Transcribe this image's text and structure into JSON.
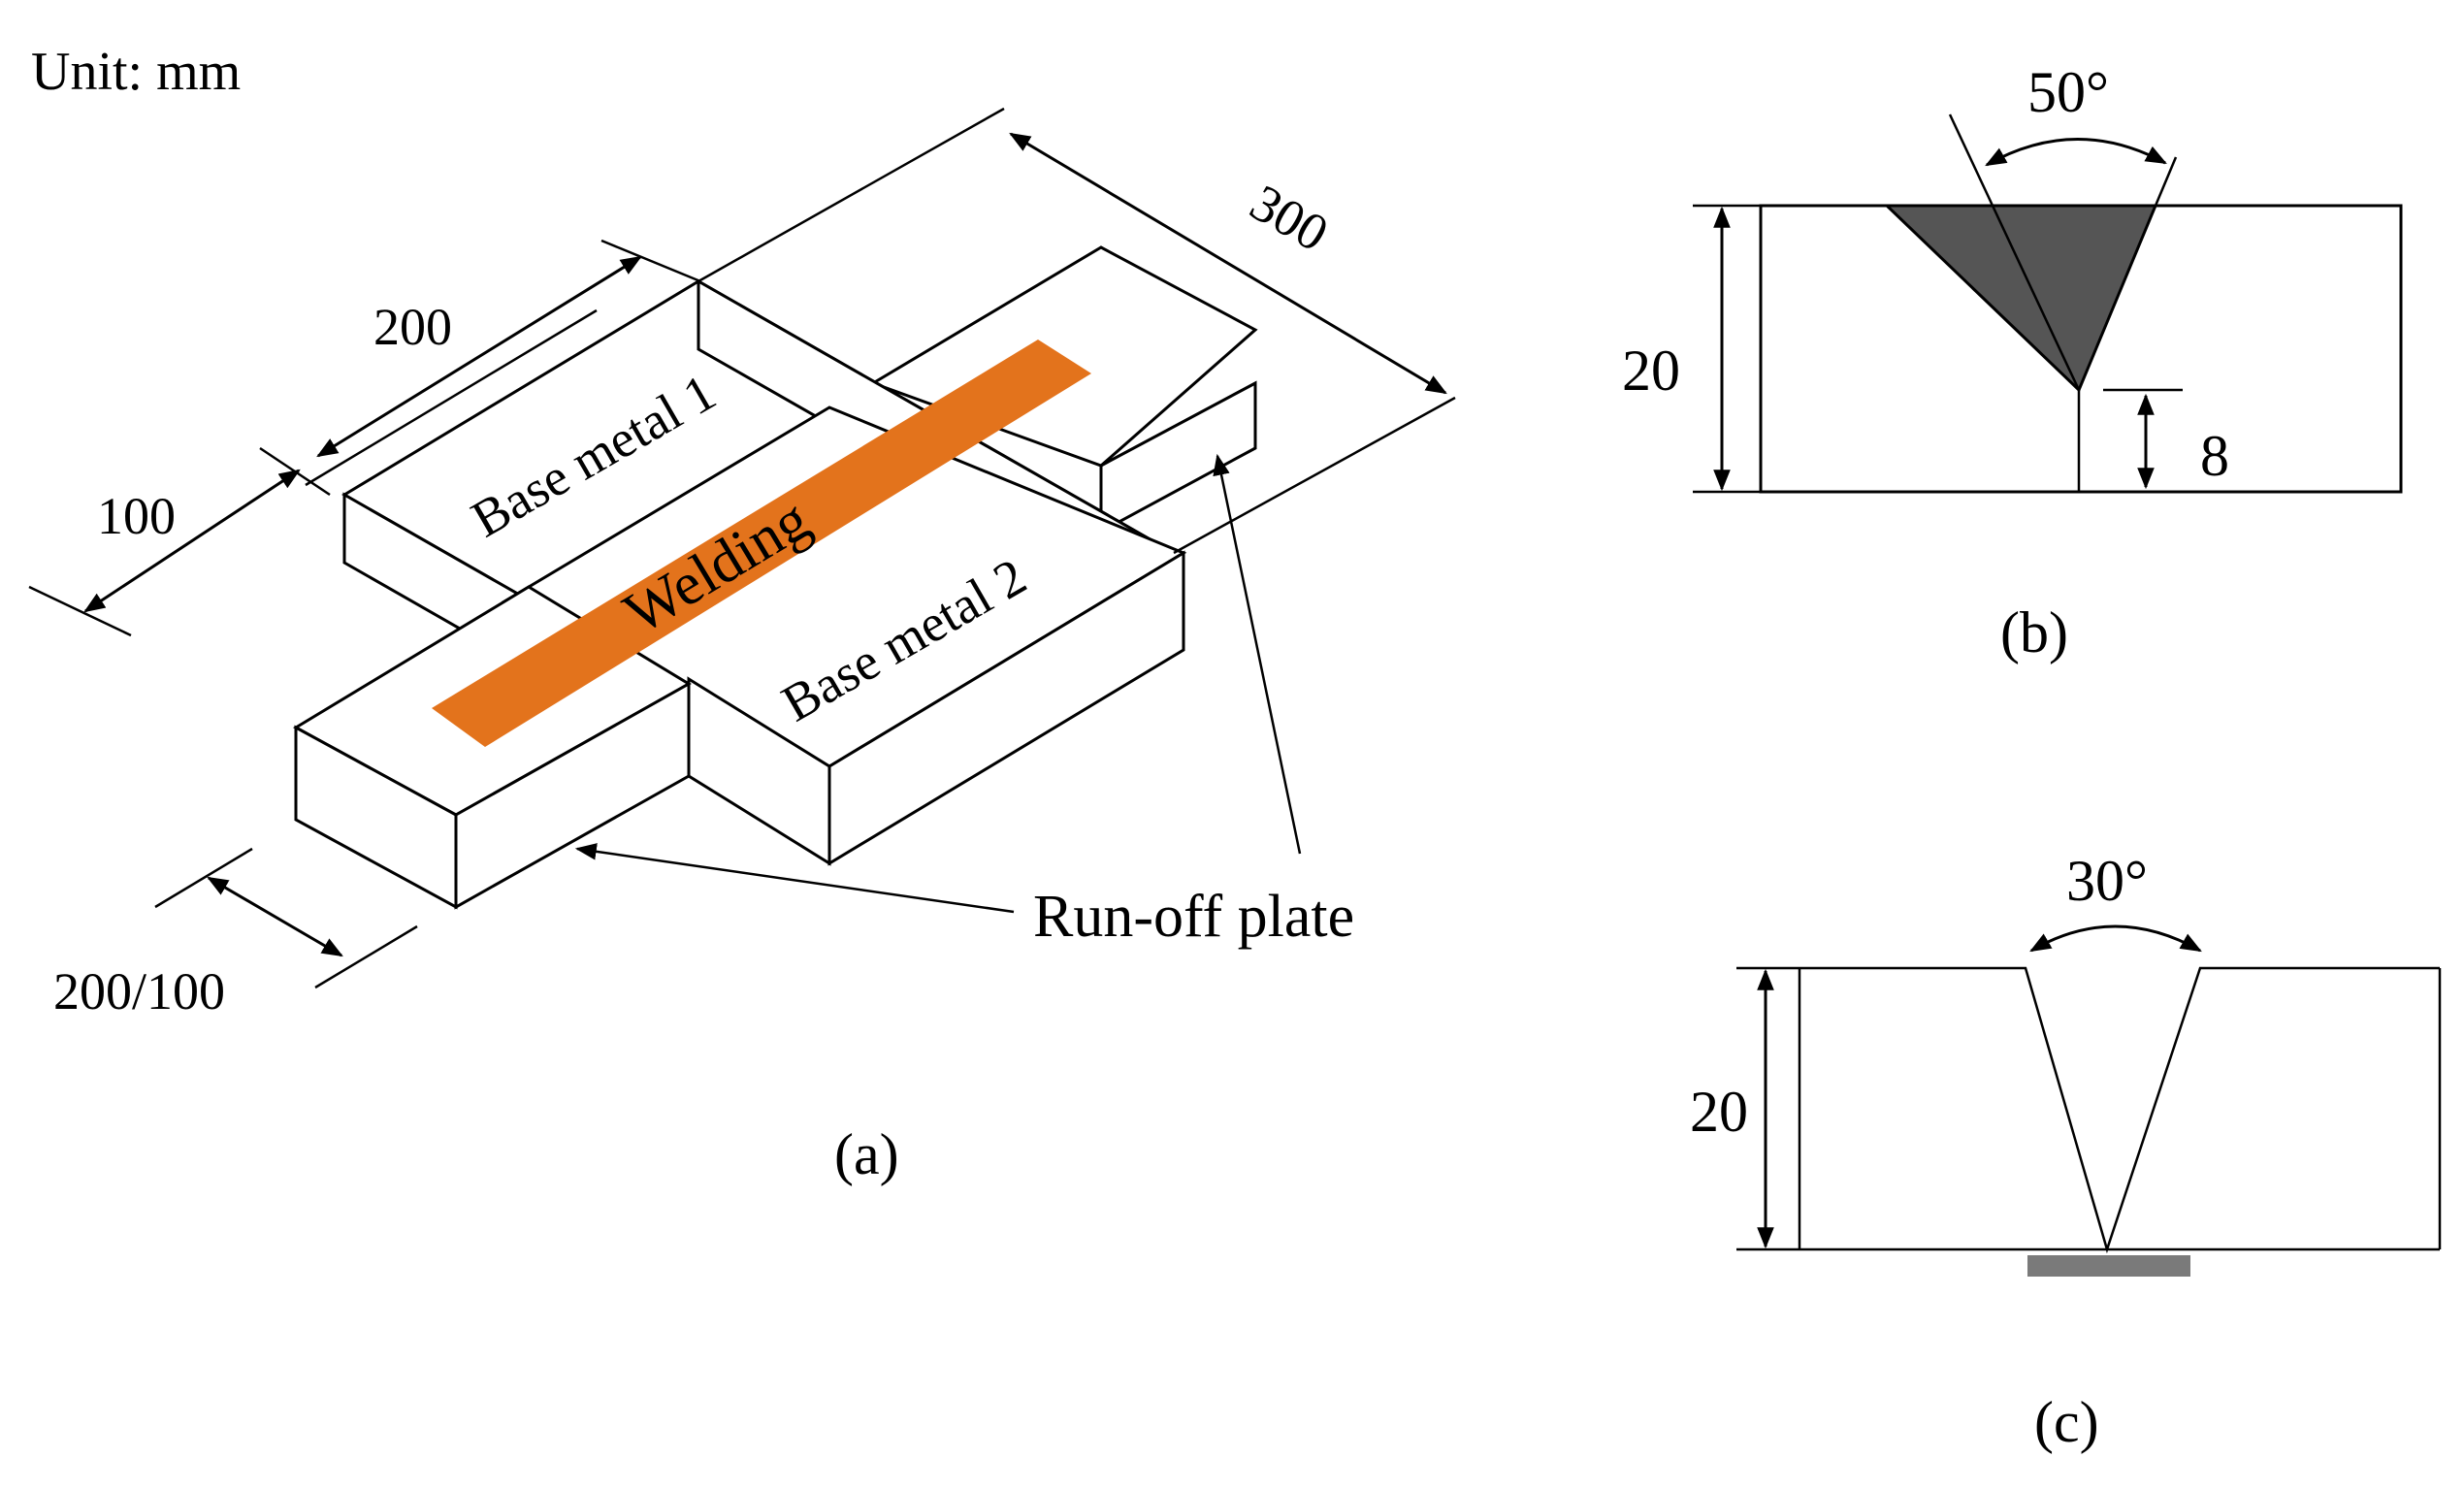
{
  "unit_label": "Unit: mm",
  "panel_a": {
    "caption": "(a)",
    "dims": {
      "d300": "300",
      "d200": "200",
      "d100": "100",
      "d200_100": "200/100"
    },
    "labels": {
      "base_metal_1": "Base metal 1",
      "base_metal_2": "Base metal 2",
      "welding": "Welding",
      "run_off_plate": "Run-off plate"
    },
    "colors": {
      "weld": "#E3731C"
    }
  },
  "panel_b": {
    "caption": "(b)",
    "angle": "50°",
    "thickness": "20",
    "root_depth": "8",
    "colors": {
      "groove_fill": "#555555"
    }
  },
  "panel_c": {
    "caption": "(c)",
    "angle": "30°",
    "thickness": "20",
    "colors": {
      "backing": "#7a7a7a"
    }
  }
}
